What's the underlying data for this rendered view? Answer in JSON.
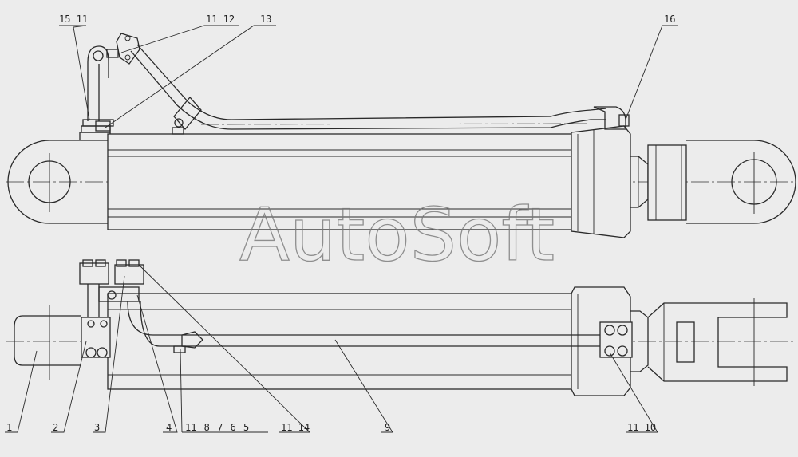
{
  "watermark": "AutoSoft",
  "top_callouts": [
    {
      "id": "c-15-11",
      "text": "15 11"
    },
    {
      "id": "c-11-12",
      "text": "11 12"
    },
    {
      "id": "c-13",
      "text": "13"
    },
    {
      "id": "c-16",
      "text": "16"
    }
  ],
  "bottom_callouts": [
    {
      "id": "c-1",
      "text": "1"
    },
    {
      "id": "c-2",
      "text": "2"
    },
    {
      "id": "c-3",
      "text": "3"
    },
    {
      "id": "c-4",
      "text": "4"
    },
    {
      "id": "c-11-8-7-6-5",
      "text": "11 8 7 6 5"
    },
    {
      "id": "c-11-14",
      "text": "11 14"
    },
    {
      "id": "c-9",
      "text": "9"
    },
    {
      "id": "c-11-10",
      "text": "11 10"
    }
  ]
}
